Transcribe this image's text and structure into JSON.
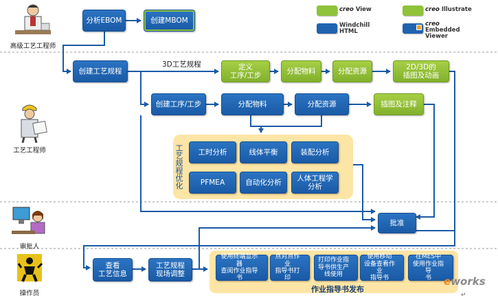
{
  "roles": {
    "senior_engineer": "高级工艺工程师",
    "process_engineer": "工艺工程师",
    "approver": "审批人",
    "operator": "操作员"
  },
  "caption_3d": "3D工艺规程",
  "nodes": {
    "analyze_ebom": "分析EBOM",
    "create_mbom": "创建MBOM",
    "create_plan": "创建工艺规程",
    "define_op": "定义\n工序/工步",
    "alloc_mat_top": "分配物料",
    "alloc_res_top": "分配资源",
    "anim_2d3d": "2D/3D的\n插图及动画",
    "create_op": "创建工序/工步",
    "alloc_mat": "分配物料",
    "alloc_res": "分配资源",
    "illus_note": "插图及注释",
    "time_analysis": "工时分析",
    "line_balance": "线体平衡",
    "assembly_analysis": "装配分析",
    "pfmea": "PFMEA",
    "automation_analysis": "自动化分析",
    "ergonomics": "人体工程学\n分析",
    "approve": "批准",
    "view_info": "查看\n工艺信息",
    "site_adjust": "工艺规程\n现场调整",
    "pub_terminal": "使用终端显示器\n查阅作业指导书",
    "pub_print": "点对点作业\n指导书打印",
    "pub_print_line": "打印作业指\n导书供生产\n线使用",
    "pub_mobile": "使用移动\n设备查看作业\n指导书",
    "pub_mes": "在MES中\n使用作业指导\n书"
  },
  "panel_title": "工艺规程优化",
  "strip_title": "作业指导书发布",
  "legend": {
    "creo_view": "View",
    "creo_illustrate": "Illustrate",
    "windchill_html": "Windchill\nHTML",
    "embedded_viewer": "Embedded\nViewer",
    "brand": "creo",
    "colors": {
      "green": "#8fc33a",
      "blue": "#1f63b0",
      "orange": "#f5a02a"
    }
  },
  "watermark": {
    "e": "e",
    "rest": "works"
  },
  "para_mark": "↵"
}
